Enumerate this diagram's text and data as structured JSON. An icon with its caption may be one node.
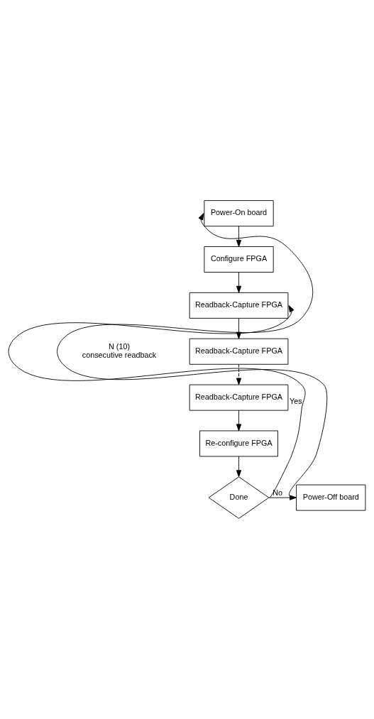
{
  "diagram": {
    "nodes": [
      {
        "text": [
          "Power-On board"
        ]
      },
      {
        "text": [
          "Configure FPGA"
        ]
      },
      {
        "text": [
          "Readback-Capture FPGA"
        ]
      },
      {
        "text": [
          "Readback-Capture FPGA"
        ]
      },
      {
        "text": [
          "Readback-Capture FPGA"
        ]
      },
      {
        "text": [
          "Re-configure FPGA"
        ]
      },
      {
        "text": [
          "Done"
        ]
      },
      {
        "text": [
          "Power-Off board"
        ]
      }
    ],
    "edges": [
      {
        "from": 0,
        "to": 1,
        "arrow": "to"
      },
      {
        "from": 1,
        "to": 2,
        "arrow": "to"
      },
      {
        "from": 2,
        "to": 3,
        "arrow": "to"
      },
      {
        "from": 3,
        "to": 4,
        "arrow": "to",
        "style": "dashed"
      },
      {
        "from": 4,
        "to": 5,
        "arrow": "to"
      },
      {
        "from": 5,
        "to": 6,
        "arrow": "to"
      },
      {
        "from": 6,
        "to": 7,
        "arrow": "to",
        "label": "No"
      },
      {
        "from": 7,
        "to": 0,
        "arrow": "to"
      },
      {
        "from": 6,
        "to": 2,
        "arrow": "to",
        "label": "Yes"
      }
    ],
    "labels": [
      "N (10) consecutive readback"
    ]
  }
}
